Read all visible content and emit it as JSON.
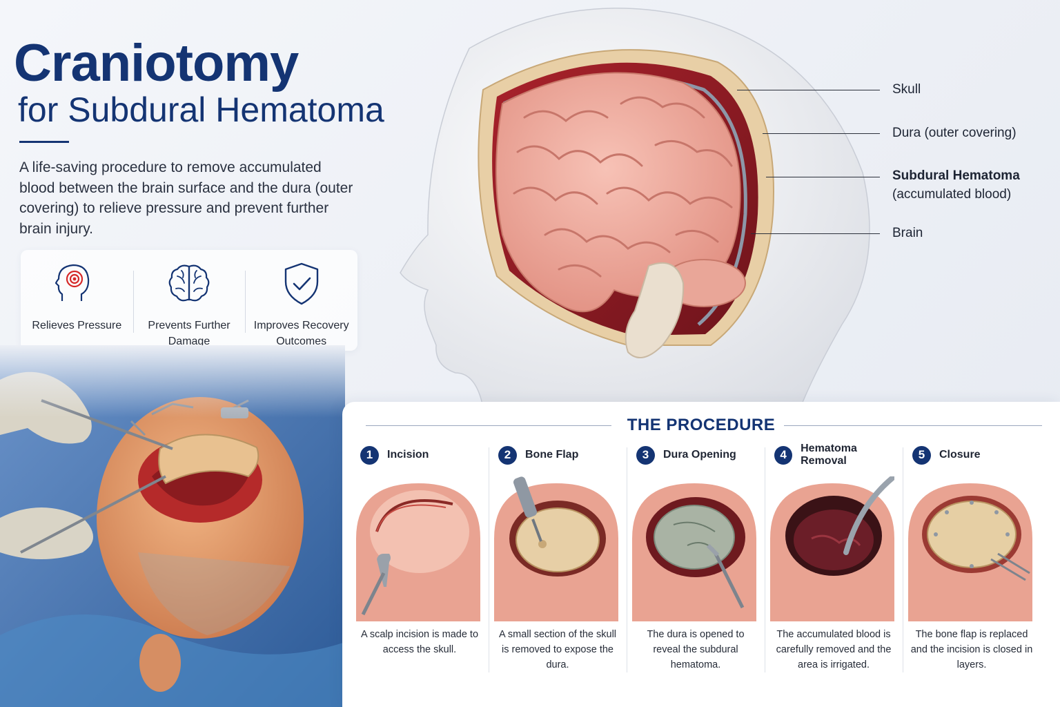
{
  "title": {
    "main": "Craniotomy",
    "sub": "for Subdural Hematoma"
  },
  "intro": "A life-saving procedure to remove accumulated blood between the brain surface and the dura (outer covering) to relieve pressure and prevent further brain injury.",
  "benefits": [
    {
      "label": "Relieves Pressure",
      "icon": "head-target-icon"
    },
    {
      "label": "Prevents Further Damage",
      "icon": "brain-icon"
    },
    {
      "label": "Improves Recovery Outcomes",
      "icon": "shield-check-icon"
    }
  ],
  "annotations": {
    "skull": "Skull",
    "dura": "Dura (outer covering)",
    "hematoma_title": "Subdural Hematoma",
    "hematoma_sub": "(accumulated blood)",
    "brain": "Brain"
  },
  "procedure": {
    "title": "THE PROCEDURE",
    "steps": [
      {
        "num": "1",
        "name": "Incision",
        "desc": "A scalp incision is made to access the skull."
      },
      {
        "num": "2",
        "name": "Bone Flap",
        "desc": "A small section of the skull is removed to expose the dura."
      },
      {
        "num": "3",
        "name": "Dura Opening",
        "desc": "The dura is opened to reveal the subdural hematoma."
      },
      {
        "num": "4",
        "name": "Hematoma Removal",
        "desc": "The accumulated blood is carefully removed and the area is irrigated."
      },
      {
        "num": "5",
        "name": "Closure",
        "desc": "The bone flap is replaced and the incision is closed in layers."
      }
    ]
  },
  "colors": {
    "brand": "#143473",
    "brain": "#f0a89c",
    "hematoma": "#8e1c24",
    "skull": "#e8cfa6",
    "drape": "#3d6fae",
    "alert": "#d62828"
  }
}
